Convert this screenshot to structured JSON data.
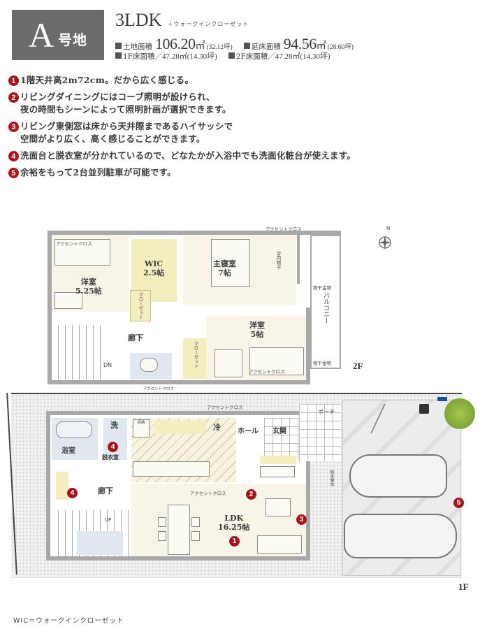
{
  "header": {
    "lot_letter": "A",
    "lot_suffix": "号地",
    "layout": "3LDK",
    "layout_extra": "＋ウォークインクローゼット",
    "land_area": {
      "label": "土地面積",
      "value": "106.20",
      "unit": "㎡",
      "tsubo": "(32.12坪)"
    },
    "total_floor_area": {
      "label": "延床面積",
      "value": "94.56",
      "unit": "㎡",
      "tsubo": "(28.60坪)"
    },
    "floor1_area": {
      "label": "1F床面積／",
      "value": "47.28㎡",
      "tsubo": "(14.30坪)"
    },
    "floor2_area": {
      "label": "2F床面積／",
      "value": "47.28㎡",
      "tsubo": "(14.30坪)"
    }
  },
  "features": [
    {
      "num": "1",
      "lines": [
        "1階天井高2m72cm。だから広く感じる。"
      ]
    },
    {
      "num": "2",
      "lines": [
        "リビングダイニングにはコーブ照明が設けられ、",
        "夜の時間もシーンによって照明計画が選択できます。"
      ]
    },
    {
      "num": "3",
      "lines": [
        "リビング東側窓は床から天井際まであるハイサッシで",
        "空間がより広く、高く感じることができます。"
      ]
    },
    {
      "num": "4",
      "lines": [
        "洗面台と脱衣室が分かれているので、どなたかが入浴中でも洗面化粧台が使えます。"
      ]
    },
    {
      "num": "5",
      "lines": [
        "余裕をもって2台並列駐車が可能です。"
      ]
    }
  ],
  "floor2": {
    "tag": "2F",
    "compass": "N",
    "rooms": {
      "western1": {
        "name": "洋室",
        "size": "5.25帖"
      },
      "wic": {
        "name": "WIC",
        "size": "2.5帖"
      },
      "master": {
        "name": "主寝室",
        "size": "7帖"
      },
      "western2": {
        "name": "洋室",
        "size": "5帖"
      },
      "hall": "廊下",
      "closet1": "クローゼット",
      "closet2": "クローゼット",
      "balcony": "バルコニー",
      "indoor_dry": "室内物干",
      "dn": "DN"
    },
    "notes": {
      "accent_top": "アクセントクロス",
      "accent_western1": "アクセントクロス",
      "accent_western2": "アクセントクロス",
      "accent_toilet": "アクセントクロス",
      "hanger1": "物干金物",
      "hanger2": "物干金物"
    }
  },
  "floor1": {
    "tag": "1F",
    "rooms": {
      "bath": "浴室",
      "wash": "洗",
      "dressing": "脱衣室",
      "hall": "廊下",
      "fridge": "冷",
      "entry_hall": "ホール",
      "genkan": "玄関",
      "porch": "ポーチ",
      "ldk": {
        "name": "LDK",
        "size": "16.25帖"
      },
      "storage": "収納",
      "up": "UP",
      "meter": "給水量水"
    },
    "notes": {
      "accent_top": "アクセントクロス",
      "accent_kitchen": "アクセントクロス"
    },
    "markers": [
      "1",
      "2",
      "3",
      "4",
      "4",
      "5"
    ]
  },
  "footnote": "WIC＝ウォークインクローゼット"
}
